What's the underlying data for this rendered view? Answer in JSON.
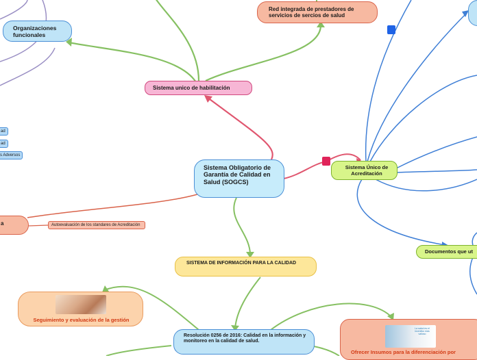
{
  "nodes": {
    "central": "Sistema Obligatorio de Garantía de Calidad en Salud (SOGCS)",
    "habilitacion": "Sistema unico de habilitación",
    "red_integrada": "Red integrada de prestadores de servicios de sercios de salud",
    "organizaciones": "Organizaciones funcionales",
    "acreditacion": "Sistema Único de Acreditación",
    "sistema_informacion": "SISTEMA DE     INFORMACIÓN PARA LA CALIDAD",
    "resolucion": "Resolución 0256 de 2016: Calidad en la información y monitoreo en la calidad de salud.",
    "seguimiento": "Seguimiento y evaluación de la gestión",
    "ofrecer": "Ofrecer Insumos para la diferenciación  por",
    "documentos": "Documentos que ut",
    "autoevaluacion": "Autoevaluación de los standares de Acreditación",
    "left_a": "a",
    "small_1": "ad",
    "small_2": "ad",
    "small_3": "s Adversos",
    "thumb_caption": "La salud es el incentivo más valioso"
  },
  "colors": {
    "red_link": "#e0566f",
    "green_link": "#86c062",
    "blue_link": "#3f7fd6",
    "purple_link": "#9a8fc4",
    "marker_blue": "#1f63e6",
    "marker_pink": "#e0245a"
  }
}
